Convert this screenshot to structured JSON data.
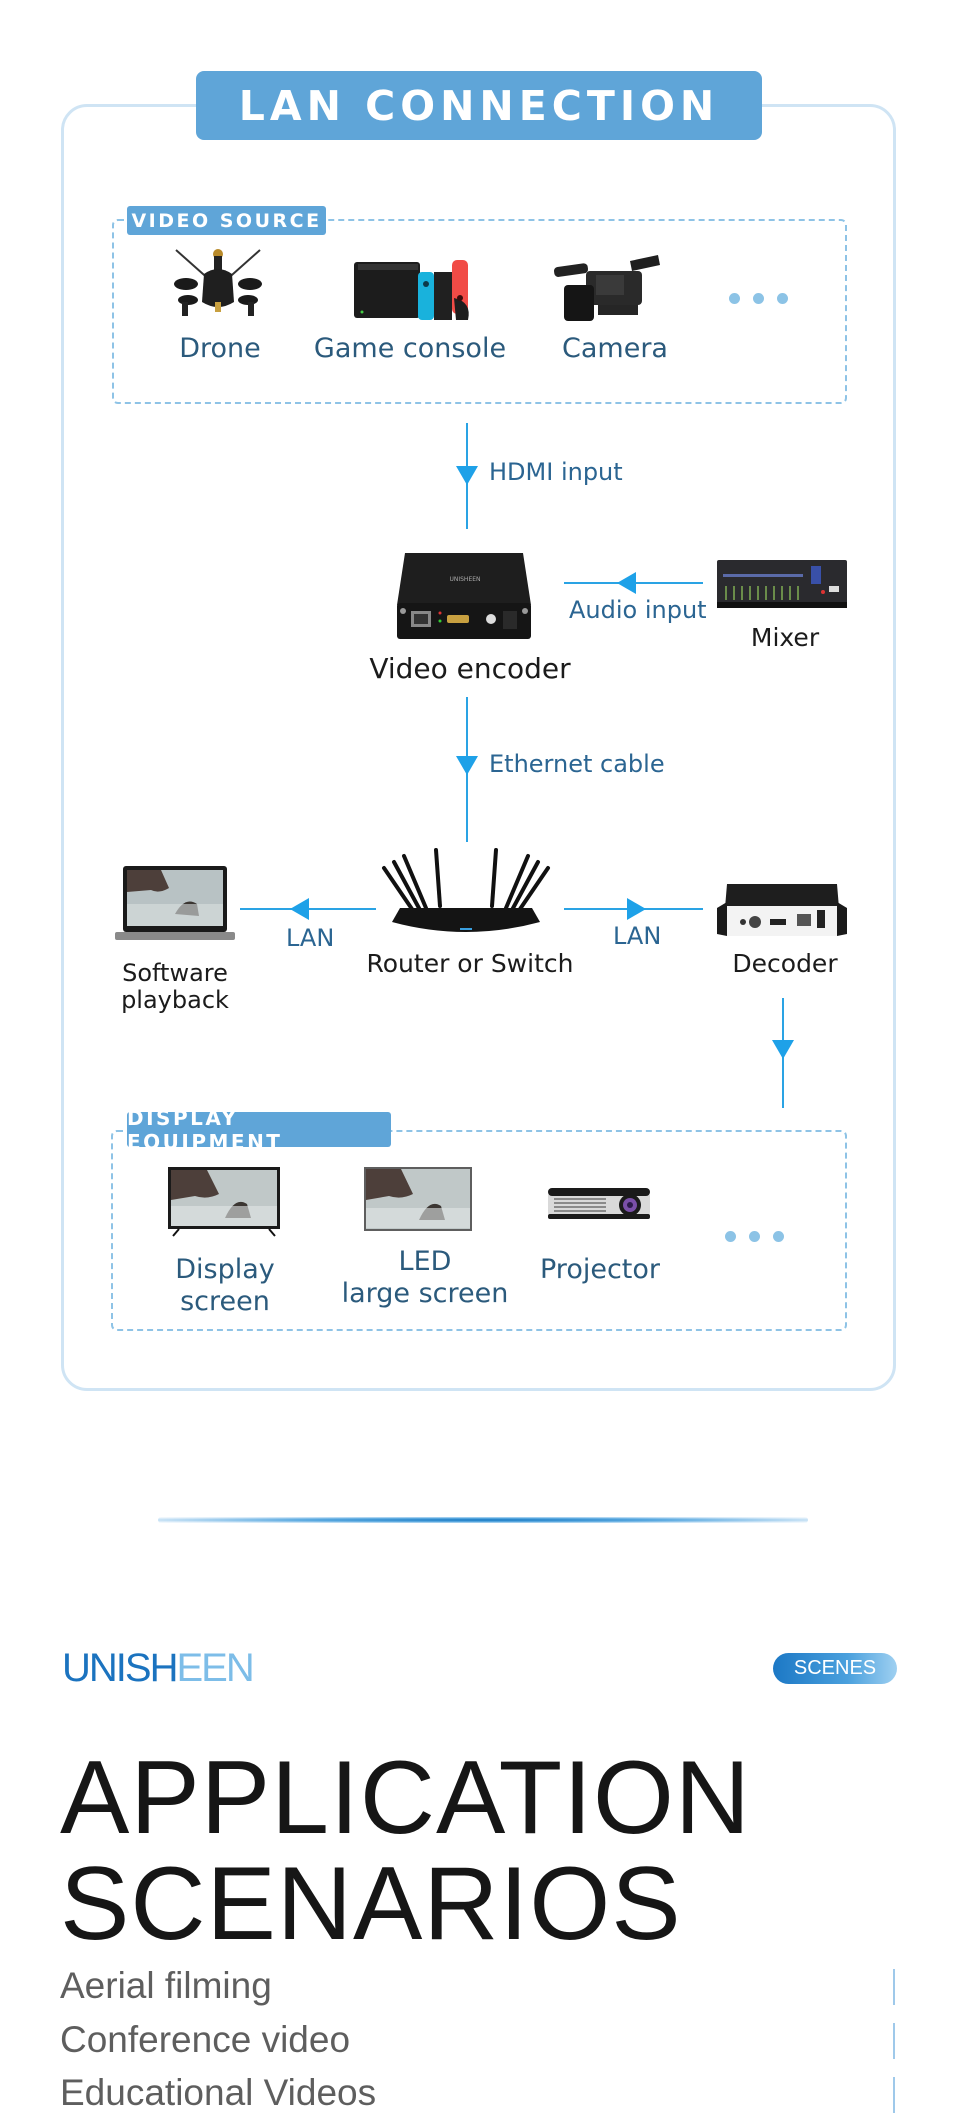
{
  "diagram": {
    "title": "LAN CONNECTION",
    "video_source": {
      "label": "VIDEO SOURCE",
      "devices": [
        {
          "name": "Drone",
          "icon": "drone-icon"
        },
        {
          "name": "Game console",
          "icon": "game-console-icon"
        },
        {
          "name": "Camera",
          "icon": "camera-icon"
        }
      ],
      "more": "more-dots"
    },
    "connections": {
      "hdmi": "HDMI input",
      "audio": "Audio input",
      "ethernet": "Ethernet cable",
      "lan_left": "LAN",
      "lan_right": "LAN"
    },
    "encoder": {
      "name": "Video encoder",
      "icon": "video-encoder-icon"
    },
    "mixer": {
      "name": "Mixer",
      "icon": "audio-mixer-icon"
    },
    "router": {
      "name": "Router or Switch",
      "icon": "router-icon"
    },
    "software": {
      "line1": "Software",
      "line2": "playback",
      "icon": "laptop-icon"
    },
    "decoder": {
      "name": "Decoder",
      "icon": "decoder-icon"
    },
    "display_equipment": {
      "label": "DISPLAY EQUIPMENT",
      "devices": [
        {
          "line1": "Display",
          "line2": "screen",
          "icon": "tv-icon"
        },
        {
          "line1": "LED",
          "line2": "large screen",
          "icon": "led-screen-icon"
        },
        {
          "line1": "Projector",
          "line2": "",
          "icon": "projector-icon"
        }
      ]
    },
    "colors": {
      "accent": "#5fa5d8",
      "arrow": "#1ea1e8",
      "label_text": "#2b5a7c",
      "panel_border": "#cfe4f4"
    }
  },
  "scenes_section": {
    "logo_part1": "UNISH",
    "logo_part2": "EEN",
    "badge": "SCENES",
    "heading_line1": "APPLICATION",
    "heading_line2": "SCENARIOS",
    "scenarios": [
      "Aerial filming",
      "Conference video",
      "Educational Videos"
    ]
  }
}
